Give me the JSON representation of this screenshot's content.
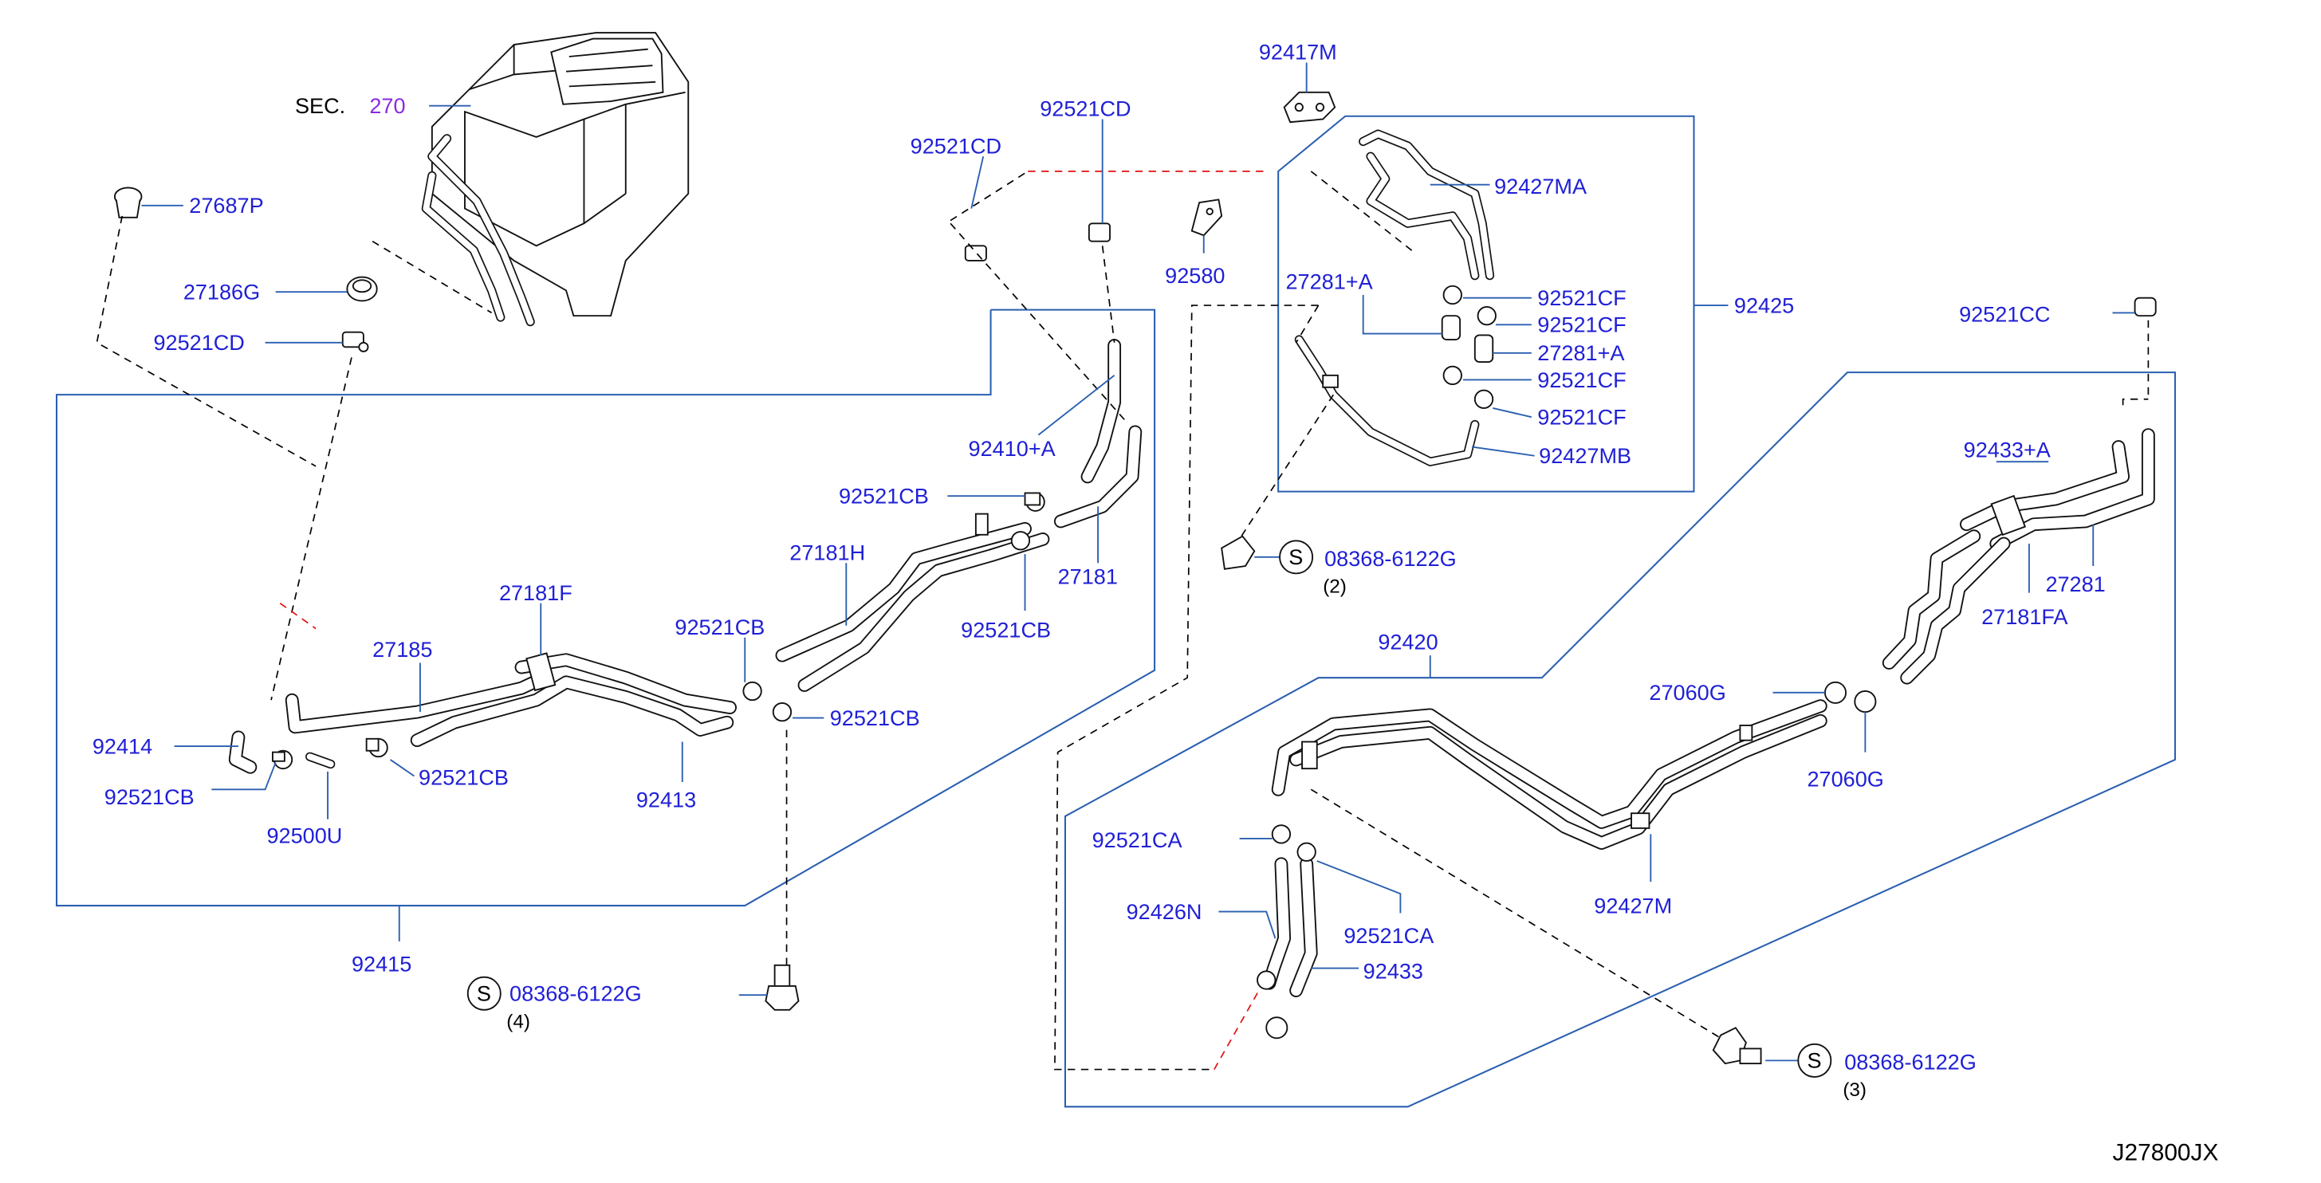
{
  "section_ref": {
    "prefix": "SEC.",
    "number": "270"
  },
  "labels": {
    "p27687P": "27687P",
    "p27186G": "27186G",
    "p92521CD_a": "92521CD",
    "p92521CD_b": "92521CD",
    "p92521CD_c": "92521CD",
    "p92410A": "92410+A",
    "p92521CB_a": "92521CB",
    "p27181H": "27181H",
    "p27181": "27181",
    "p92521CB_b": "92521CB",
    "p27181F": "27181F",
    "p27185": "27185",
    "p92521CB_c": "92521CB",
    "p92521CB_d": "92521CB",
    "p92414": "92414",
    "p92521CB_e": "92521CB",
    "p92521CB_f": "92521CB",
    "p92500U": "92500U",
    "p92413": "92413",
    "p92415": "92415",
    "p92417M": "92417M",
    "p92427MA": "92427MA",
    "p92580": "92580",
    "p27281A_a": "27281+A",
    "p92521CF_a": "92521CF",
    "p92521CF_b": "92521CF",
    "p27281A_b": "27281+A",
    "p92521CF_c": "92521CF",
    "p92521CF_d": "92521CF",
    "p92427MB": "92427MB",
    "p92425": "92425",
    "p92521CC": "92521CC",
    "p92433A": "92433+A",
    "p27281": "27281",
    "p27181FA": "27181FA",
    "p92420": "92420",
    "p27060G_a": "27060G",
    "p27060G_b": "27060G",
    "p92427M": "92427M",
    "p92521CA_a": "92521CA",
    "p92426N": "92426N",
    "p92521CA_b": "92521CA",
    "p92433": "92433"
  },
  "bolts": [
    {
      "symbol": "S",
      "part": "08368-6122G",
      "qty": "(2)"
    },
    {
      "symbol": "S",
      "part": "08368-6122G",
      "qty": "(4)"
    },
    {
      "symbol": "S",
      "part": "08368-6122G",
      "qty": "(3)"
    }
  ],
  "diagram_code": "J27800JX",
  "colors": {
    "part_label": "#1f1fd6",
    "leader": "#2a5fb0",
    "section_ref": "#8a2be2",
    "alt_dash": "#e01010"
  }
}
